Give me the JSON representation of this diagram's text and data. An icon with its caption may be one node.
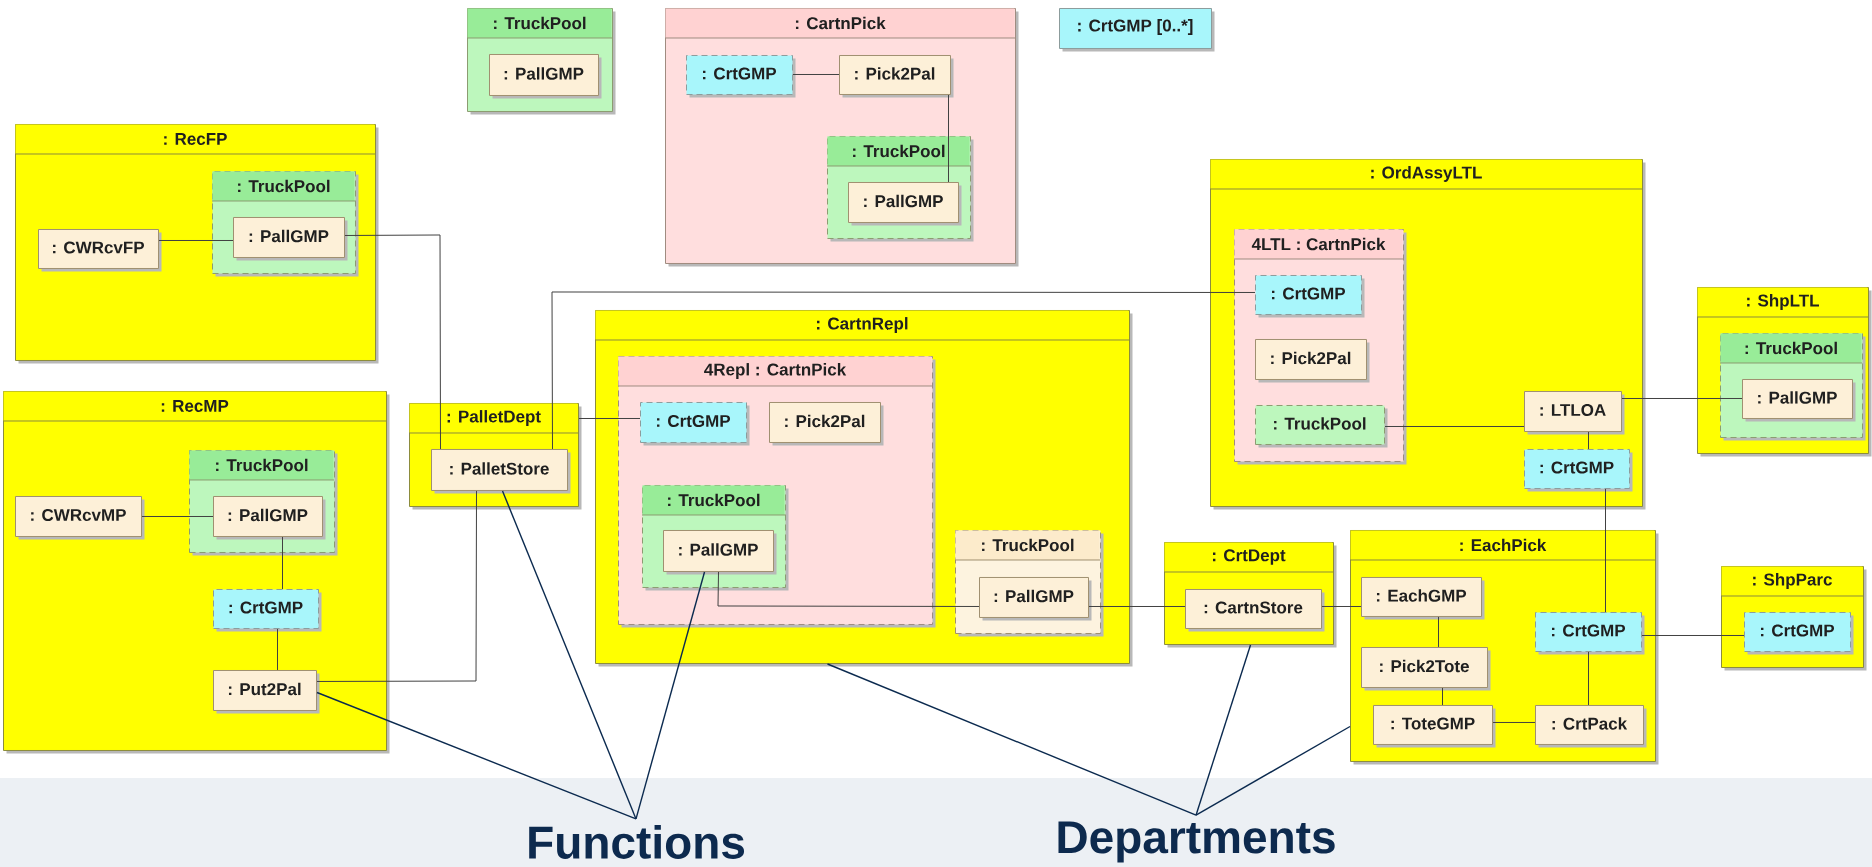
{
  "diagram": {
    "nodes": [
      {
        "text": [
          ": TruckPool"
        ]
      },
      {
        "text": [
          ": PallGMP"
        ],
        "in": 0
      },
      {
        "text": [
          ": CartnPick"
        ]
      },
      {
        "text": [
          ": CrtGMP"
        ],
        "in": 2
      },
      {
        "text": [
          ": Pick2Pal"
        ],
        "in": 2
      },
      {
        "text": [
          ": TruckPool"
        ],
        "in": 2
      },
      {
        "text": [
          ": PallGMP"
        ],
        "in": 5
      },
      {
        "text": [
          ": CrtGMP [0..*]"
        ]
      },
      {
        "text": [
          ": RecFP"
        ]
      },
      {
        "text": [
          ": TruckPool"
        ],
        "in": 8
      },
      {
        "text": [
          ": PallGMP"
        ],
        "in": 9
      },
      {
        "text": [
          ": CWRcvFP"
        ],
        "in": 8
      },
      {
        "text": [
          ": RecMP"
        ]
      },
      {
        "text": [
          ": TruckPool"
        ],
        "in": 12
      },
      {
        "text": [
          ": PallGMP"
        ],
        "in": 13
      },
      {
        "text": [
          ": CWRcvMP"
        ],
        "in": 12
      },
      {
        "text": [
          ": CrtGMP"
        ],
        "in": 12
      },
      {
        "text": [
          ": Put2Pal"
        ],
        "in": 12
      },
      {
        "text": [
          ": PalletDept"
        ]
      },
      {
        "text": [
          ": PalletStore"
        ],
        "in": 18
      },
      {
        "text": [
          ": CartnRepl"
        ]
      },
      {
        "text": [
          "4Repl : CartnPick"
        ],
        "in": 20
      },
      {
        "text": [
          ": CrtGMP"
        ],
        "in": 21
      },
      {
        "text": [
          ": Pick2Pal"
        ],
        "in": 21
      },
      {
        "text": [
          ": TruckPool"
        ],
        "in": 21
      },
      {
        "text": [
          ": PallGMP"
        ],
        "in": 24
      },
      {
        "text": [
          ": TruckPool"
        ],
        "in": 20
      },
      {
        "text": [
          ": PallGMP"
        ],
        "in": 26
      },
      {
        "text": [
          ": OrdAssyLTL"
        ]
      },
      {
        "text": [
          "4LTL : CartnPick"
        ],
        "in": 28
      },
      {
        "text": [
          ": CrtGMP"
        ],
        "in": 29
      },
      {
        "text": [
          ": Pick2Pal"
        ],
        "in": 29
      },
      {
        "text": [
          ": TruckPool"
        ],
        "in": 29
      },
      {
        "text": [
          ": LTLOA"
        ],
        "in": 28
      },
      {
        "text": [
          ": CrtGMP"
        ],
        "in": 28
      },
      {
        "text": [
          ": ShpLTL"
        ]
      },
      {
        "text": [
          ": TruckPool"
        ],
        "in": 35
      },
      {
        "text": [
          ": PallGMP"
        ],
        "in": 36
      },
      {
        "text": [
          ": CrtDept"
        ]
      },
      {
        "text": [
          ": CartnStore"
        ],
        "in": 38
      },
      {
        "text": [
          ": EachPick"
        ]
      },
      {
        "text": [
          ": EachGMP"
        ],
        "in": 40
      },
      {
        "text": [
          ": Pick2Tote"
        ],
        "in": 40
      },
      {
        "text": [
          ": ToteGMP"
        ],
        "in": 40
      },
      {
        "text": [
          ": CrtGMP"
        ],
        "in": 40
      },
      {
        "text": [
          ": CrtPack"
        ],
        "in": 40
      },
      {
        "text": [
          ": ShpParc"
        ]
      },
      {
        "text": [
          ": CrtGMP"
        ],
        "in": 46
      },
      {
        "text": [
          "Functions"
        ]
      },
      {
        "text": [
          "Departments"
        ]
      }
    ],
    "edges": [
      {
        "from": 3,
        "to": 4,
        "arrow": "none"
      },
      {
        "from": 4,
        "to": 6,
        "arrow": "none"
      },
      {
        "from": 11,
        "to": 10,
        "arrow": "none"
      },
      {
        "from": 10,
        "to": 19,
        "arrow": "none"
      },
      {
        "from": 15,
        "to": 14,
        "arrow": "none"
      },
      {
        "from": 14,
        "to": 16,
        "arrow": "none"
      },
      {
        "from": 16,
        "to": 17,
        "arrow": "none"
      },
      {
        "from": 17,
        "to": 19,
        "arrow": "none"
      },
      {
        "from": 19,
        "to": 30,
        "arrow": "none"
      },
      {
        "from": 18,
        "to": 22,
        "arrow": "none"
      },
      {
        "from": 25,
        "to": 27,
        "arrow": "none"
      },
      {
        "from": 27,
        "to": 39,
        "arrow": "none"
      },
      {
        "from": 39,
        "to": 41,
        "arrow": "none"
      },
      {
        "from": 41,
        "to": 42,
        "arrow": "none"
      },
      {
        "from": 42,
        "to": 43,
        "arrow": "none"
      },
      {
        "from": 43,
        "to": 45,
        "arrow": "none"
      },
      {
        "from": 44,
        "to": 45,
        "arrow": "none"
      },
      {
        "from": 44,
        "to": 47,
        "arrow": "none"
      },
      {
        "from": 34,
        "to": 44,
        "arrow": "none"
      },
      {
        "from": 33,
        "to": 34,
        "arrow": "none"
      },
      {
        "from": 32,
        "to": 33,
        "arrow": "none"
      },
      {
        "from": 33,
        "to": 37,
        "arrow": "none"
      },
      {
        "from": 48,
        "to": 17,
        "arrow": "none",
        "color": "#0b2a4f"
      },
      {
        "from": 48,
        "to": 19,
        "arrow": "none",
        "color": "#0b2a4f"
      },
      {
        "from": 48,
        "to": 25,
        "arrow": "none",
        "color": "#0b2a4f"
      },
      {
        "from": 49,
        "to": 20,
        "arrow": "none",
        "color": "#0b2a4f"
      },
      {
        "from": 49,
        "to": 38,
        "arrow": "none",
        "color": "#0b2a4f"
      },
      {
        "from": 49,
        "to": 40,
        "arrow": "none",
        "color": "#0b2a4f"
      }
    ]
  }
}
